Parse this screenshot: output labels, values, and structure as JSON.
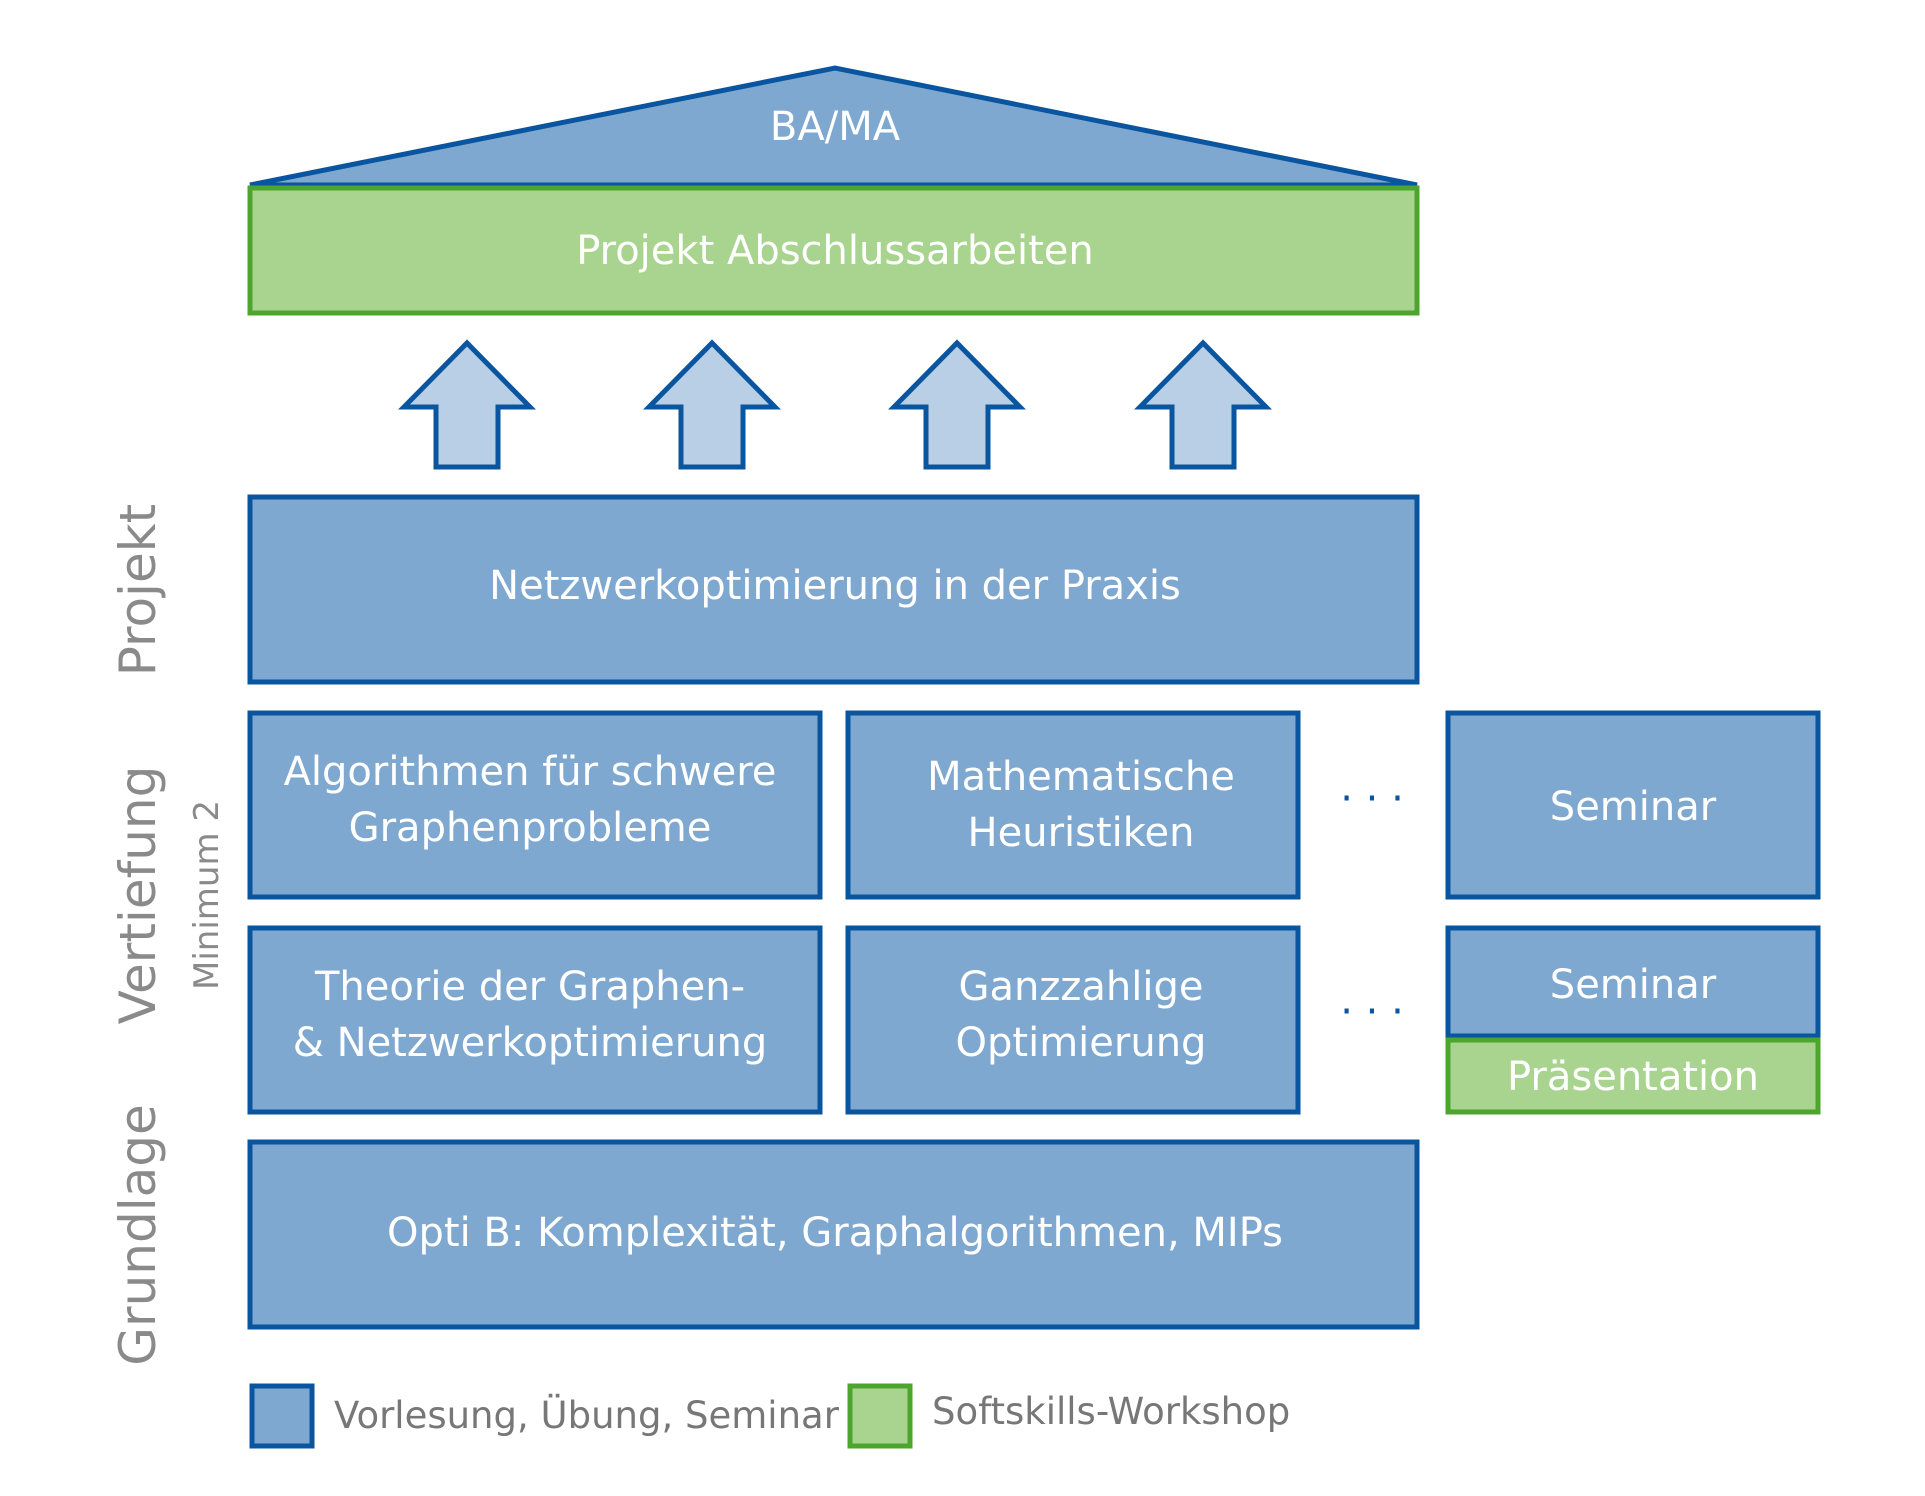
{
  "colors": {
    "blue_fill": "#7fa8d0",
    "blue_stroke": "#0a55a0",
    "green_fill": "#a9d48f",
    "green_stroke": "#4ca52c",
    "arrow_fill": "#b8cfe5",
    "label_gray": "#8a8a8a"
  },
  "roof": {
    "label": "BA/MA"
  },
  "thesis_project": {
    "label": "Projekt Abschlussarbeiten"
  },
  "arrows": {
    "count": 4,
    "icon": "up-arrow-icon"
  },
  "project_block": {
    "label": "Netzwerkoptimierung in der Praxis"
  },
  "specialization": {
    "row1": {
      "box1": {
        "line1": "Algorithmen für schwere",
        "line2": "Graphenprobleme"
      },
      "box2": {
        "line1": "Mathematische",
        "line2": "Heuristiken"
      },
      "ellipsis": "· · ·",
      "seminar": "Seminar"
    },
    "row2": {
      "box1": {
        "line1": "Theorie der Graphen-",
        "line2": "& Netzwerkoptimierung"
      },
      "box2": {
        "line1": "Ganzzahlige",
        "line2": "Optimierung"
      },
      "ellipsis": "· · ·",
      "seminar": "Seminar",
      "presentation": "Präsentation"
    }
  },
  "foundation": {
    "label": "Opti B: Komplexität, Graphalgorithmen, MIPs"
  },
  "side_labels": {
    "project": "Projekt",
    "specialization": "Vertiefung",
    "specialization_sub": "Minimum 2",
    "foundation": "Grundlage"
  },
  "legend": {
    "blue": "Vorlesung, Übung, Seminar",
    "green": "Softskills-Workshop"
  }
}
